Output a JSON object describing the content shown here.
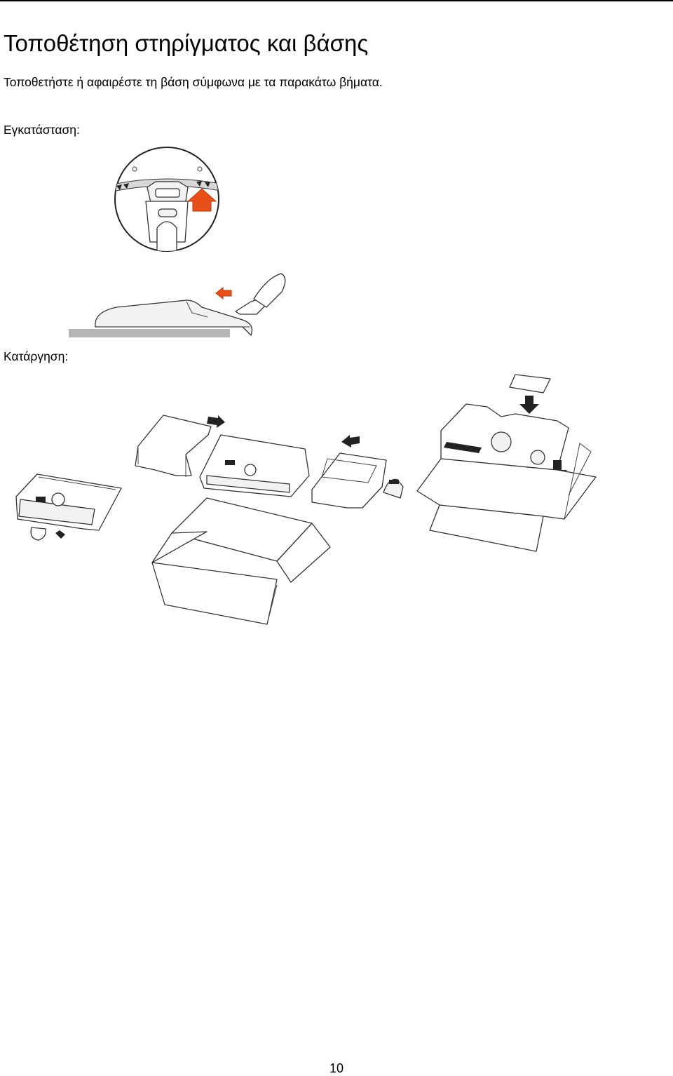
{
  "page": {
    "title": "Τοποθέτηση στηρίγματος και βάσης",
    "intro": "Τοποθετήστε ή αφαιρέστε τη βάση σύμφωνα με τα παρακάτω βήματα.",
    "install_label": "Εγκατάσταση:",
    "remove_label": "Κατάργηση:",
    "page_number": "10"
  },
  "colors": {
    "arrow_accent": "#e8501a",
    "line": "#333333",
    "surface": "#b5b5b5"
  },
  "figures": {
    "install_closeup": "circular detail of stand latch with up arrow",
    "install_side": "monitor lying face down with stand being attached",
    "removal_sequence": "monitor, foam packing pieces, stand and open shipping box"
  }
}
